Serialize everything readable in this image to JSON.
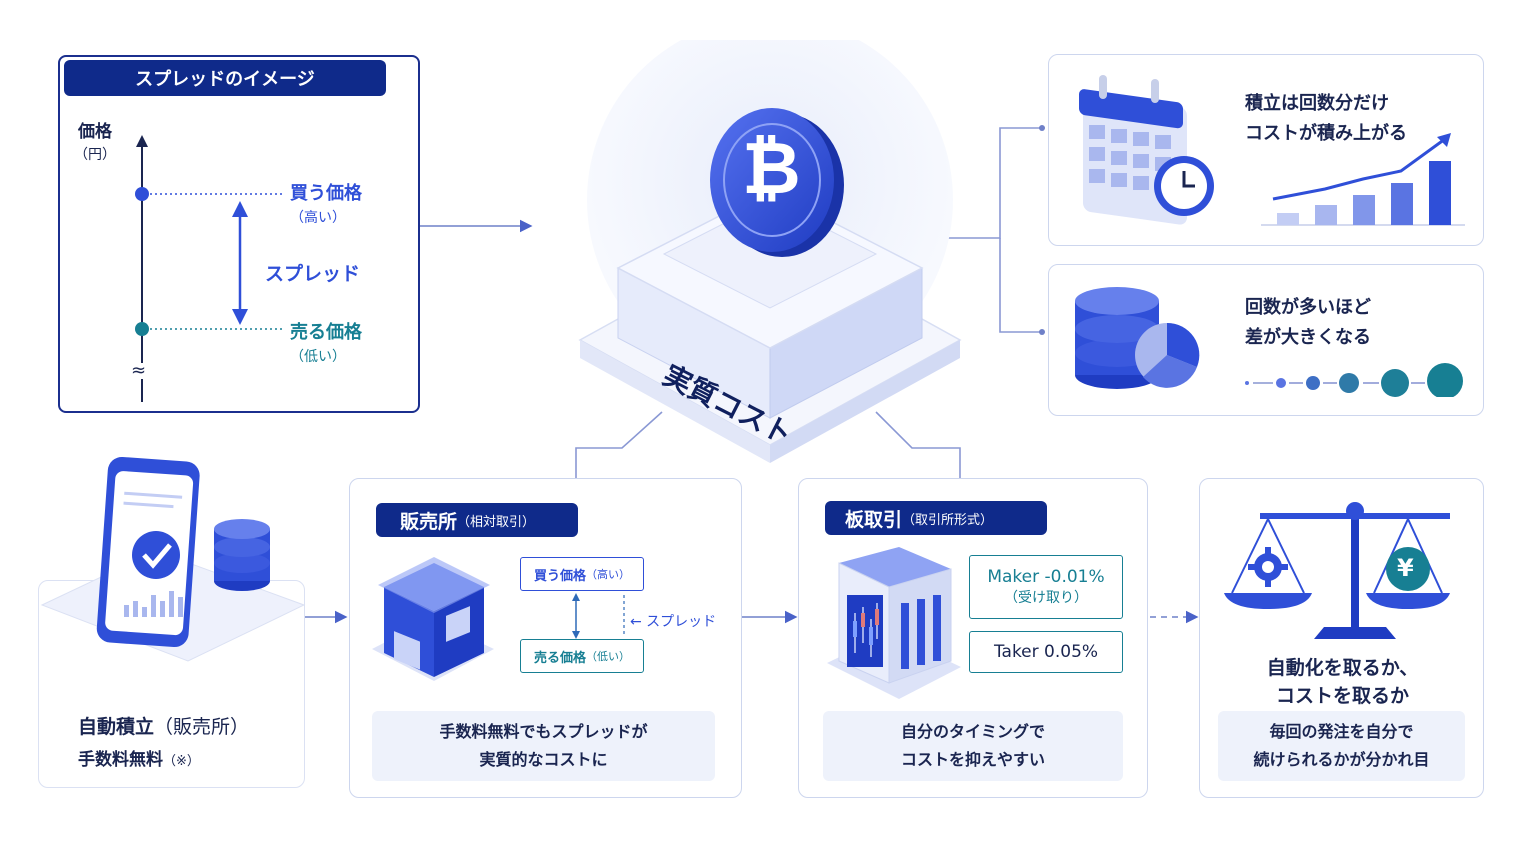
{
  "spread_image": {
    "title": "スプレッドのイメージ",
    "axis_label": "価格",
    "axis_unit": "（円）",
    "buy_price": "買う価格",
    "buy_note": "（高い）",
    "spread": "スプレッド",
    "sell_price": "売る価格",
    "sell_note": "（低い）",
    "break_mark": "≈"
  },
  "center": {
    "label": "実質コスト",
    "coin_symbol": "₿"
  },
  "top_right_1": {
    "line1": "積立は回数分だけ",
    "line2": "コストが積み上がる"
  },
  "top_right_2": {
    "line1": "回数が多いほど",
    "line2": "差が大きくなる"
  },
  "auto": {
    "title": "自動積立",
    "title_paren": "（販売所）",
    "fee": "手数料無料",
    "fee_mark": "（※）"
  },
  "hanbaijo": {
    "tag": "販売所",
    "tag_sub": "（相対取引）",
    "buy": "買う価格",
    "buy_sub": "（高い）",
    "sell": "売る価格",
    "sell_sub": "（低い）",
    "spread_label": "← スプレッド",
    "note1": "手数料無料でもスプレッドが",
    "note2": "実質的なコストに"
  },
  "itatorihiki": {
    "tag": "板取引",
    "tag_sub": "（取引所形式）",
    "maker": "Maker -0.01%",
    "maker_sub": "（受け取り）",
    "taker": "Taker 0.05%",
    "note1": "自分のタイミングで",
    "note2": "コストを抑えやすい"
  },
  "balance": {
    "yen": "¥",
    "line1": "自動化を取るか、",
    "line2": "コストを取るか",
    "note1": "毎回の発注を自分で",
    "note2": "続けられるかが分かれ目"
  },
  "colors": {
    "navy": "#0f2a8a",
    "blue": "#2f4fd8",
    "teal": "#177f93",
    "panel_border": "#cdd6ee"
  }
}
